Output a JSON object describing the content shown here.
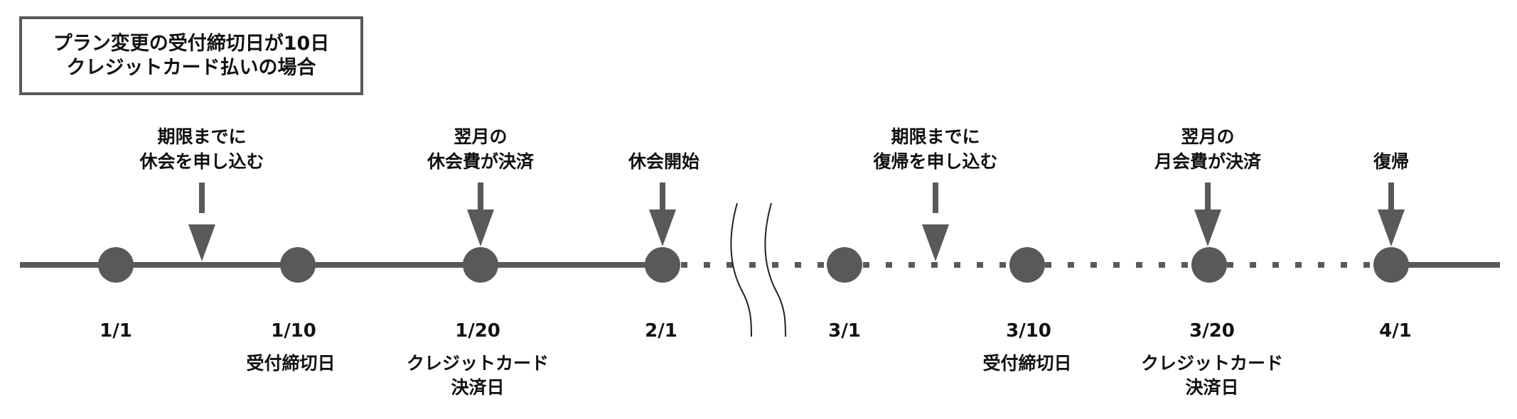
{
  "title_box": {
    "line1": "プラン変更の受付締切日が10日",
    "line2": "クレジットカード払いの場合"
  },
  "colors": {
    "line": "#595959",
    "text": "#111111",
    "break": "#222222"
  },
  "events": [
    {
      "line1": "期限までに",
      "line2": "休会を申し込む"
    },
    {
      "line1": "翌月の",
      "line2": "休会費が決済"
    },
    {
      "line1": "休会開始"
    },
    {
      "line1": "期限までに",
      "line2": "復帰を申し込む"
    },
    {
      "line1": "翌月の",
      "line2": "月会費が決済"
    },
    {
      "line1": "復帰"
    }
  ],
  "dates": [
    {
      "date": "1/1"
    },
    {
      "date": "1/10",
      "note1": "受付締切日"
    },
    {
      "date": "1/20",
      "note1": "クレジットカード",
      "note2": "決済日"
    },
    {
      "date": "2/1"
    },
    {
      "date": "3/1"
    },
    {
      "date": "3/10",
      "note1": "受付締切日"
    },
    {
      "date": "3/20",
      "note1": "クレジットカード",
      "note2": "決済日"
    },
    {
      "date": "4/1"
    }
  ]
}
